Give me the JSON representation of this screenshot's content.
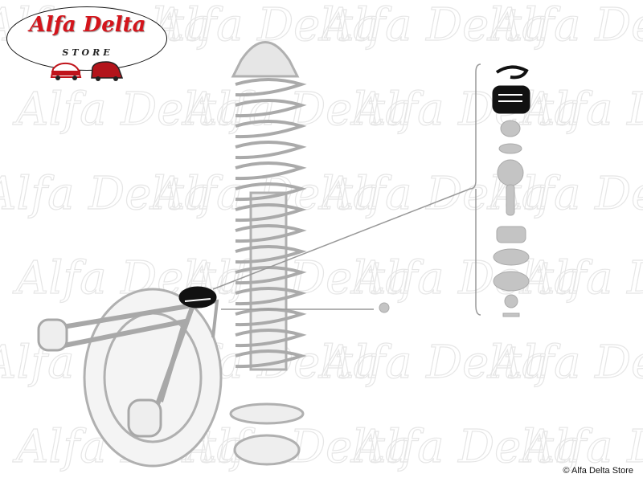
{
  "logo": {
    "brand": "Alfa Delta",
    "subtitle": "STORE"
  },
  "watermark": {
    "text": "Alfa Delta"
  },
  "copyright": "© Alfa Delta Store",
  "colors": {
    "brand_red": "#d4141b",
    "part_gray": "#b8b8b8",
    "highlight": "#111111"
  }
}
